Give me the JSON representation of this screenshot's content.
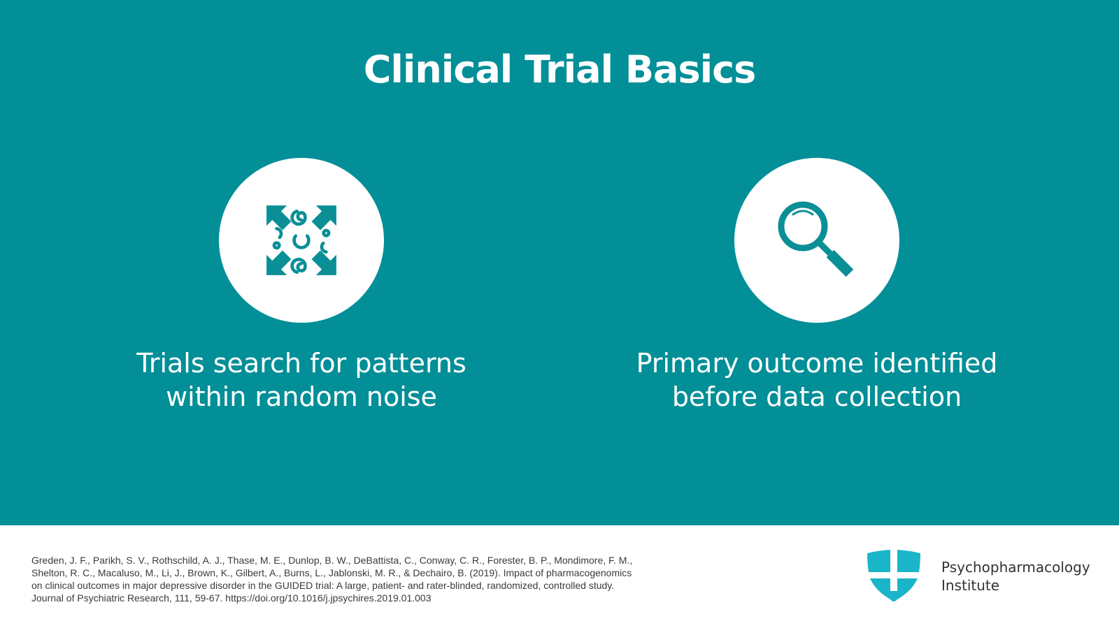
{
  "slide": {
    "title": "Clinical Trial Basics",
    "colors": {
      "background": "#028f97",
      "icon": "#0a8f96",
      "logo": "#1bb5c9",
      "text": "#ffffff"
    },
    "cards": [
      {
        "icon": "expand-arrows-noise-icon",
        "caption_line1": "Trials search for patterns",
        "caption_line2": "within random noise"
      },
      {
        "icon": "magnifying-glass-icon",
        "caption_line1": "Primary outcome identified",
        "caption_line2": "before data collection"
      }
    ]
  },
  "footer": {
    "citation": [
      "Greden, J. F., Parikh, S. V., Rothschild, A. J., Thase, M. E., Dunlop, B. W., DeBattista, C., Conway, C. R., Forester, B. P., Mondimore, F. M.,",
      "Shelton, R. C., Macaluso, M., Li, J., Brown, K., Gilbert, A., Burns, L., Jablonski, M. R., & Dechairo, B. (2019). Impact of pharmacogenomics",
      "on clinical outcomes in major depressive disorder in the GUIDED trial: A large, patient- and rater-blinded, randomized, controlled study.",
      "Journal of Psychiatric Research, 111, 59-67. https://doi.org/10.1016/j.jpsychires.2019.01.003"
    ],
    "logo": {
      "icon": "shield-cross-icon",
      "line1": "Psychopharmacology",
      "line2": "Institute"
    }
  }
}
